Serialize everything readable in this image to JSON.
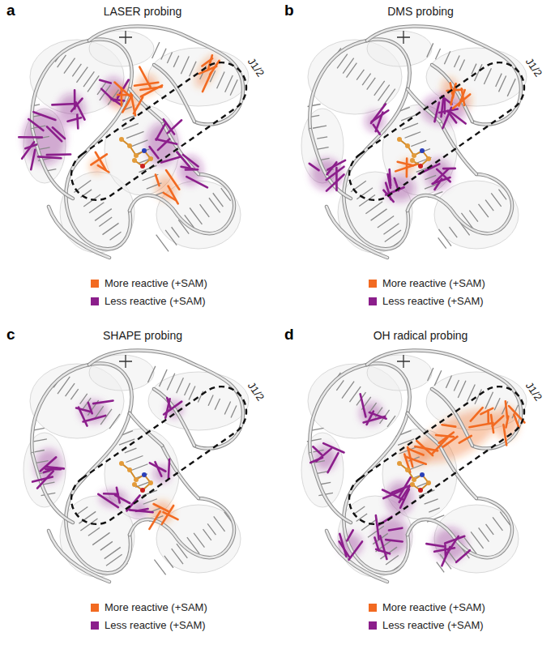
{
  "diagram": {
    "labels": [
      "a",
      "LASER probing",
      "J1/2",
      "b",
      "DMS probing",
      "J1/2",
      "c",
      "SHAPE probing",
      "J1/2",
      "d",
      "OH radical probing",
      "J1/2"
    ],
    "legend": [
      {
        "text": "More reactive (+SAM)",
        "color": "#f26a21"
      },
      {
        "text": "Less reactive (+SAM)",
        "color": "#8b1e8b"
      },
      {
        "text": "More reactive (+SAM)",
        "color": "#f26a21"
      },
      {
        "text": "Less reactive (+SAM)",
        "color": "#8b1e8b"
      },
      {
        "text": "More reactive (+SAM)",
        "color": "#f26a21"
      },
      {
        "text": "Less reactive (+SAM)",
        "color": "#8b1e8b"
      },
      {
        "text": "More reactive (+SAM)",
        "color": "#f26a21"
      },
      {
        "text": "Less reactive (+SAM)",
        "color": "#8b1e8b"
      }
    ]
  }
}
